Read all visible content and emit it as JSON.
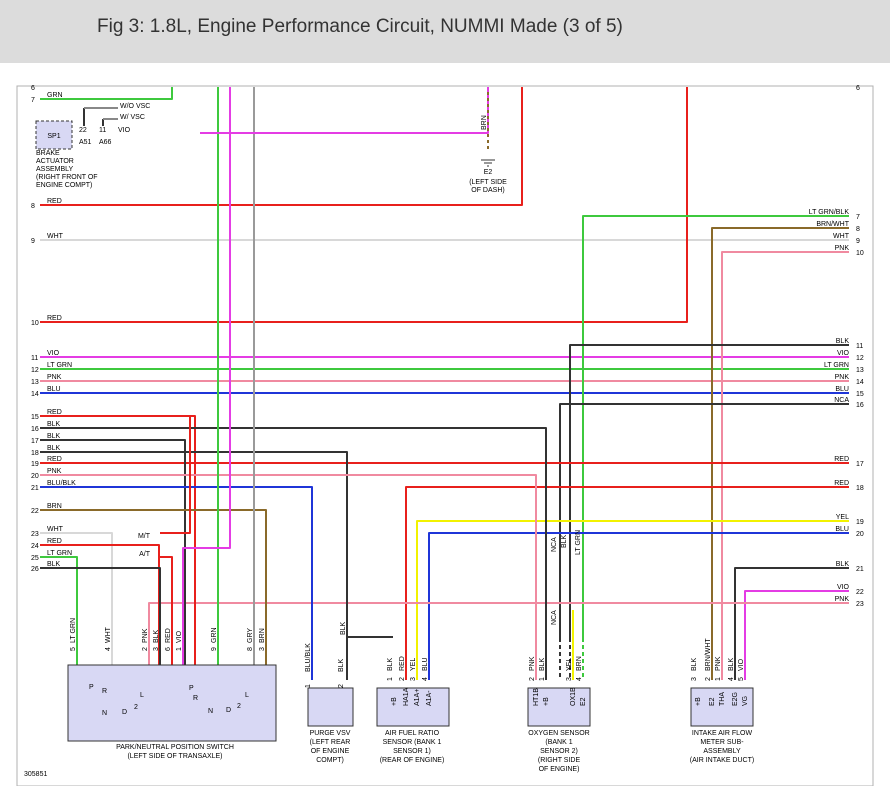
{
  "header": {
    "title": "Fig 3: 1.8L, Engine Performance Circuit, NUMMI Made (3 of 5)"
  },
  "colors": {
    "RED": "#e8201c",
    "GRN": "#3ec93e",
    "VIO": "#e43ce4",
    "WHT": "#d8d8d8",
    "BLK": "#333333",
    "PNK": "#f08aa0",
    "BLU": "#1f35d8",
    "BRN": "#8a6a2a",
    "YEL": "#f2f200",
    "GRY": "#9a9a9a",
    "component_fill": "#d8d8f4"
  },
  "left_pins": [
    {
      "num": "6",
      "label": ""
    },
    {
      "num": "7",
      "label": "GRN"
    },
    {
      "num": "8",
      "label": "RED"
    },
    {
      "num": "9",
      "label": "WHT"
    },
    {
      "num": "10",
      "label": "RED"
    },
    {
      "num": "11",
      "label": "VIO"
    },
    {
      "num": "12",
      "label": "LT GRN"
    },
    {
      "num": "13",
      "label": "PNK"
    },
    {
      "num": "14",
      "label": "BLU"
    },
    {
      "num": "15",
      "label": "RED"
    },
    {
      "num": "16",
      "label": "BLK"
    },
    {
      "num": "17",
      "label": "BLK"
    },
    {
      "num": "18",
      "label": "BLK"
    },
    {
      "num": "19",
      "label": "RED"
    },
    {
      "num": "20",
      "label": "PNK"
    },
    {
      "num": "21",
      "label": "BLU/BLK"
    },
    {
      "num": "22",
      "label": "BRN"
    },
    {
      "num": "23",
      "label": "WHT"
    },
    {
      "num": "24",
      "label": "RED"
    },
    {
      "num": "25",
      "label": "LT GRN"
    },
    {
      "num": "26",
      "label": "BLK"
    }
  ],
  "right_pins": [
    {
      "num": "6",
      "label": ""
    },
    {
      "num": "7",
      "label": "LT GRN/BLK"
    },
    {
      "num": "8",
      "label": "BRN/WHT"
    },
    {
      "num": "9",
      "label": "WHT"
    },
    {
      "num": "10",
      "label": "PNK"
    },
    {
      "num": "11",
      "label": "BLK"
    },
    {
      "num": "12",
      "label": "VIO"
    },
    {
      "num": "13",
      "label": "LT GRN"
    },
    {
      "num": "14",
      "label": "PNK"
    },
    {
      "num": "15",
      "label": "BLU"
    },
    {
      "num": "16",
      "label": "NCA"
    },
    {
      "num": "17",
      "label": "RED"
    },
    {
      "num": "18",
      "label": "RED"
    },
    {
      "num": "19",
      "label": "YEL"
    },
    {
      "num": "20",
      "label": "BLU"
    },
    {
      "num": "21",
      "label": "BLK"
    },
    {
      "num": "22",
      "label": "VIO"
    },
    {
      "num": "23",
      "label": "PNK"
    }
  ],
  "brake": {
    "box_label": "SP1",
    "caption": [
      "BRAKE",
      "ACTUATOR",
      "ASSEMBLY",
      "(RIGHT FRONT OF",
      "ENGINE COMPT)"
    ],
    "wo_vsc": "W/O VSC",
    "w_vsc": "W/ VSC",
    "pin_a": "22",
    "pin_b": "11",
    "conn_a": "A51",
    "conn_b": "A66",
    "wire": "VIO"
  },
  "ground": {
    "wire": "BRN",
    "name": "E2",
    "caption": [
      "(LEFT SIDE",
      "OF DASH)"
    ]
  },
  "mt_label": "M/T",
  "at_label": "A/T",
  "pnp": {
    "pins": [
      {
        "num": "5",
        "label": "LT GRN"
      },
      {
        "num": "4",
        "label": "WHT"
      },
      {
        "num": "2",
        "label": "PNK"
      },
      {
        "num": "3",
        "label": "BLK"
      },
      {
        "num": "6",
        "label": "RED"
      },
      {
        "num": "1",
        "label": "VIO"
      },
      {
        "num": "9",
        "label": "GRN"
      },
      {
        "num": "8",
        "label": "GRY"
      },
      {
        "num": "3",
        "label": "BRN"
      }
    ],
    "letters": [
      "P",
      "R",
      "N",
      "D",
      "2",
      "L",
      "P",
      "R",
      "N",
      "D",
      "2",
      "L"
    ],
    "caption": [
      "PARK/NEUTRAL POSITION SWITCH",
      "(LEFT SIDE OF TRANSAXLE)"
    ]
  },
  "purge": {
    "pins": [
      {
        "num": "1",
        "label": "BLU/BLK"
      },
      {
        "num": "2",
        "label": "BLK"
      }
    ],
    "wire_top": "BLK",
    "caption": [
      "PURGE VSV",
      "(LEFT REAR",
      "OF ENGINE",
      "COMPT)"
    ]
  },
  "afr": {
    "pins": [
      {
        "num": "1",
        "label": "BLK",
        "term": "+B"
      },
      {
        "num": "2",
        "label": "RED",
        "term": "HA1A"
      },
      {
        "num": "3",
        "label": "YEL",
        "term": "A1A+"
      },
      {
        "num": "4",
        "label": "BLU",
        "term": "A1A-"
      }
    ],
    "caption": [
      "AIR FUEL RATIO",
      "SENSOR (BANK 1",
      "SENSOR 1)",
      "(REAR OF ENGINE)"
    ]
  },
  "o2": {
    "pins": [
      {
        "num": "2",
        "label": "PNK",
        "term": "HT1B"
      },
      {
        "num": "1",
        "label": "BLK",
        "term": "+B"
      },
      {
        "num": "3",
        "label": "YEL",
        "term": "OX1B"
      },
      {
        "num": "4",
        "label": "BRN",
        "term": "E2"
      }
    ],
    "shield_labels": [
      "NCA",
      "BLK",
      "LT GRN",
      "NCA"
    ],
    "caption": [
      "OXYGEN SENSOR",
      "(BANK 1",
      "SENSOR 2)",
      "(RIGHT SIDE",
      "OF ENGINE)"
    ]
  },
  "maf": {
    "pins": [
      {
        "num": "3",
        "label": "BLK",
        "term": "+B"
      },
      {
        "num": "2",
        "label": "BRN/WHT",
        "term": "E2"
      },
      {
        "num": "1",
        "label": "PNK",
        "term": "THA"
      },
      {
        "num": "4",
        "label": "BLK",
        "term": "E2G"
      },
      {
        "num": "5",
        "label": "VIO",
        "term": "VG"
      }
    ],
    "caption": [
      "INTAKE AIR FLOW",
      "METER SUB-",
      "ASSEMBLY",
      "(AIR INTAKE DUCT)"
    ]
  },
  "figure_id": "305851"
}
